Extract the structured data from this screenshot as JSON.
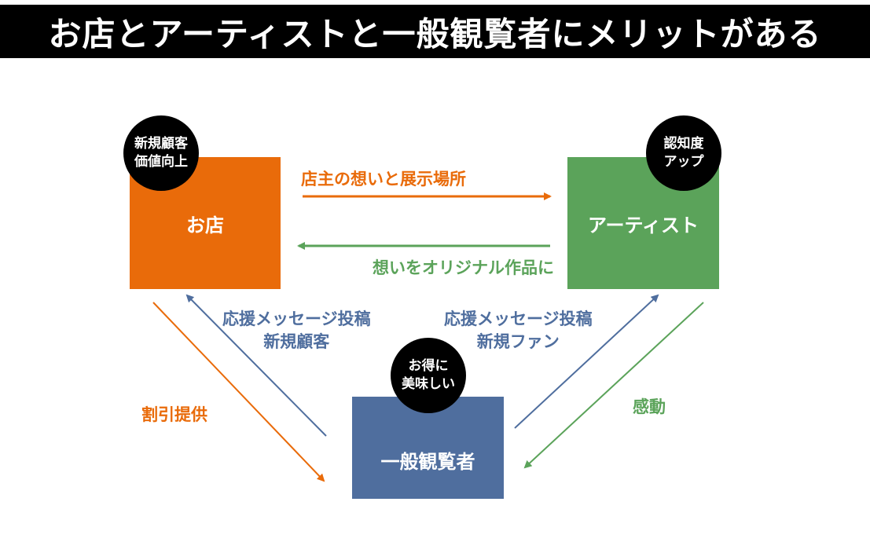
{
  "title": "お店とアーティストと一般観覧者にメリットがある",
  "colors": {
    "shop": "#E96B0A",
    "artist": "#5BA35A",
    "viewer": "#4F6E9E",
    "badge": "#000000"
  },
  "nodes": {
    "shop": {
      "label": "お店",
      "badge": [
        "新規顧客",
        "価値向上"
      ]
    },
    "artist": {
      "label": "アーティスト",
      "badge": [
        "認知度",
        "アップ"
      ]
    },
    "viewer": {
      "label": "一般観覧者",
      "badge": [
        "お得に",
        "美味しい"
      ]
    }
  },
  "edges": {
    "shop_to_artist": "店主の想いと展示場所",
    "artist_to_shop": "想いをオリジナル作品に",
    "viewer_to_shop": [
      "応援メッセージ投稿",
      "新規顧客"
    ],
    "viewer_to_artist": [
      "応援メッセージ投稿",
      "新規ファン"
    ],
    "shop_to_viewer": "割引提供",
    "artist_to_viewer": "感動"
  }
}
